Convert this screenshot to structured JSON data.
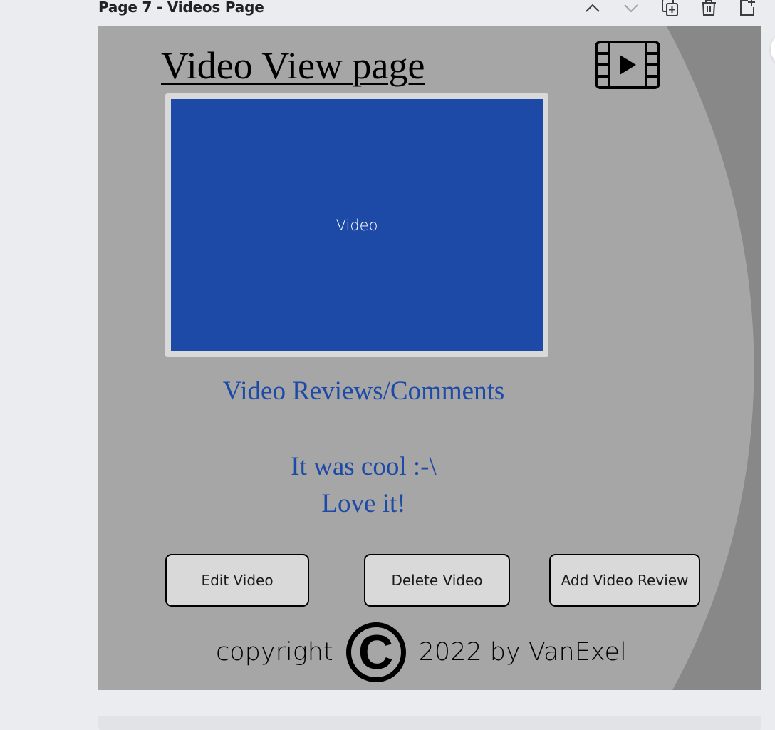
{
  "page": {
    "label": "Page 7 - Videos Page"
  },
  "toolbar": {
    "icons": [
      "chevron-up-icon",
      "chevron-down-icon",
      "duplicate-page-icon",
      "trash-icon",
      "add-page-icon"
    ]
  },
  "design": {
    "title": "Video View page",
    "video_placeholder": "Video",
    "reviews_heading": "Video Reviews/Comments",
    "comments": [
      "It was cool :-\\",
      "Love it!"
    ],
    "buttons": {
      "edit": "Edit Video",
      "delete": "Delete Video",
      "add_review": "Add Video Review"
    },
    "footer": {
      "left": "copyright",
      "symbol": "C",
      "right": "2022 by VanExel"
    }
  },
  "colors": {
    "canvas_bg": "#a6a6a6",
    "arc": "#888888",
    "accent_blue": "#1e4aa7",
    "button_bg": "#d9d9d9",
    "app_bg": "#ebecf0"
  }
}
